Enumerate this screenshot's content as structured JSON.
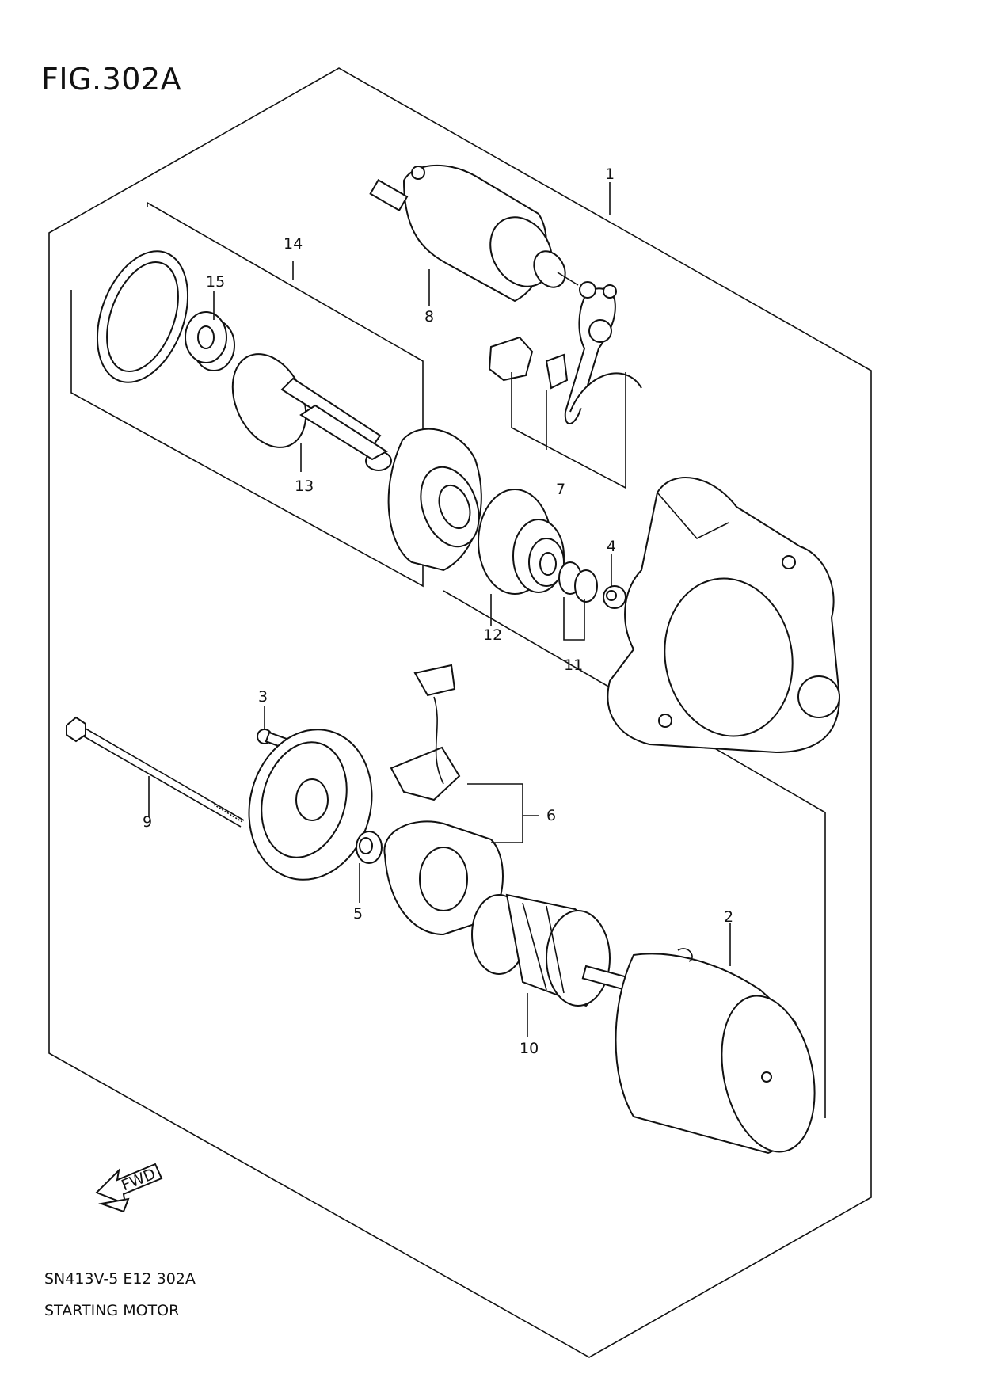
{
  "figure": {
    "title": "FIG.302A"
  },
  "footer": {
    "code": "SN413V-5 E12 302A",
    "name": "STARTING MOTOR"
  },
  "fwd_label": "FWD",
  "callouts": [
    {
      "id": "1",
      "label": "1"
    },
    {
      "id": "2",
      "label": "2"
    },
    {
      "id": "3",
      "label": "3"
    },
    {
      "id": "4",
      "label": "4"
    },
    {
      "id": "5",
      "label": "5"
    },
    {
      "id": "6",
      "label": "6"
    },
    {
      "id": "7",
      "label": "7"
    },
    {
      "id": "8",
      "label": "8"
    },
    {
      "id": "9",
      "label": "9"
    },
    {
      "id": "10",
      "label": "10"
    },
    {
      "id": "11",
      "label": "11"
    },
    {
      "id": "12",
      "label": "12"
    },
    {
      "id": "13",
      "label": "13"
    },
    {
      "id": "14",
      "label": "14"
    },
    {
      "id": "15",
      "label": "15"
    }
  ],
  "icons": [
    "fwd-arrow-icon"
  ]
}
